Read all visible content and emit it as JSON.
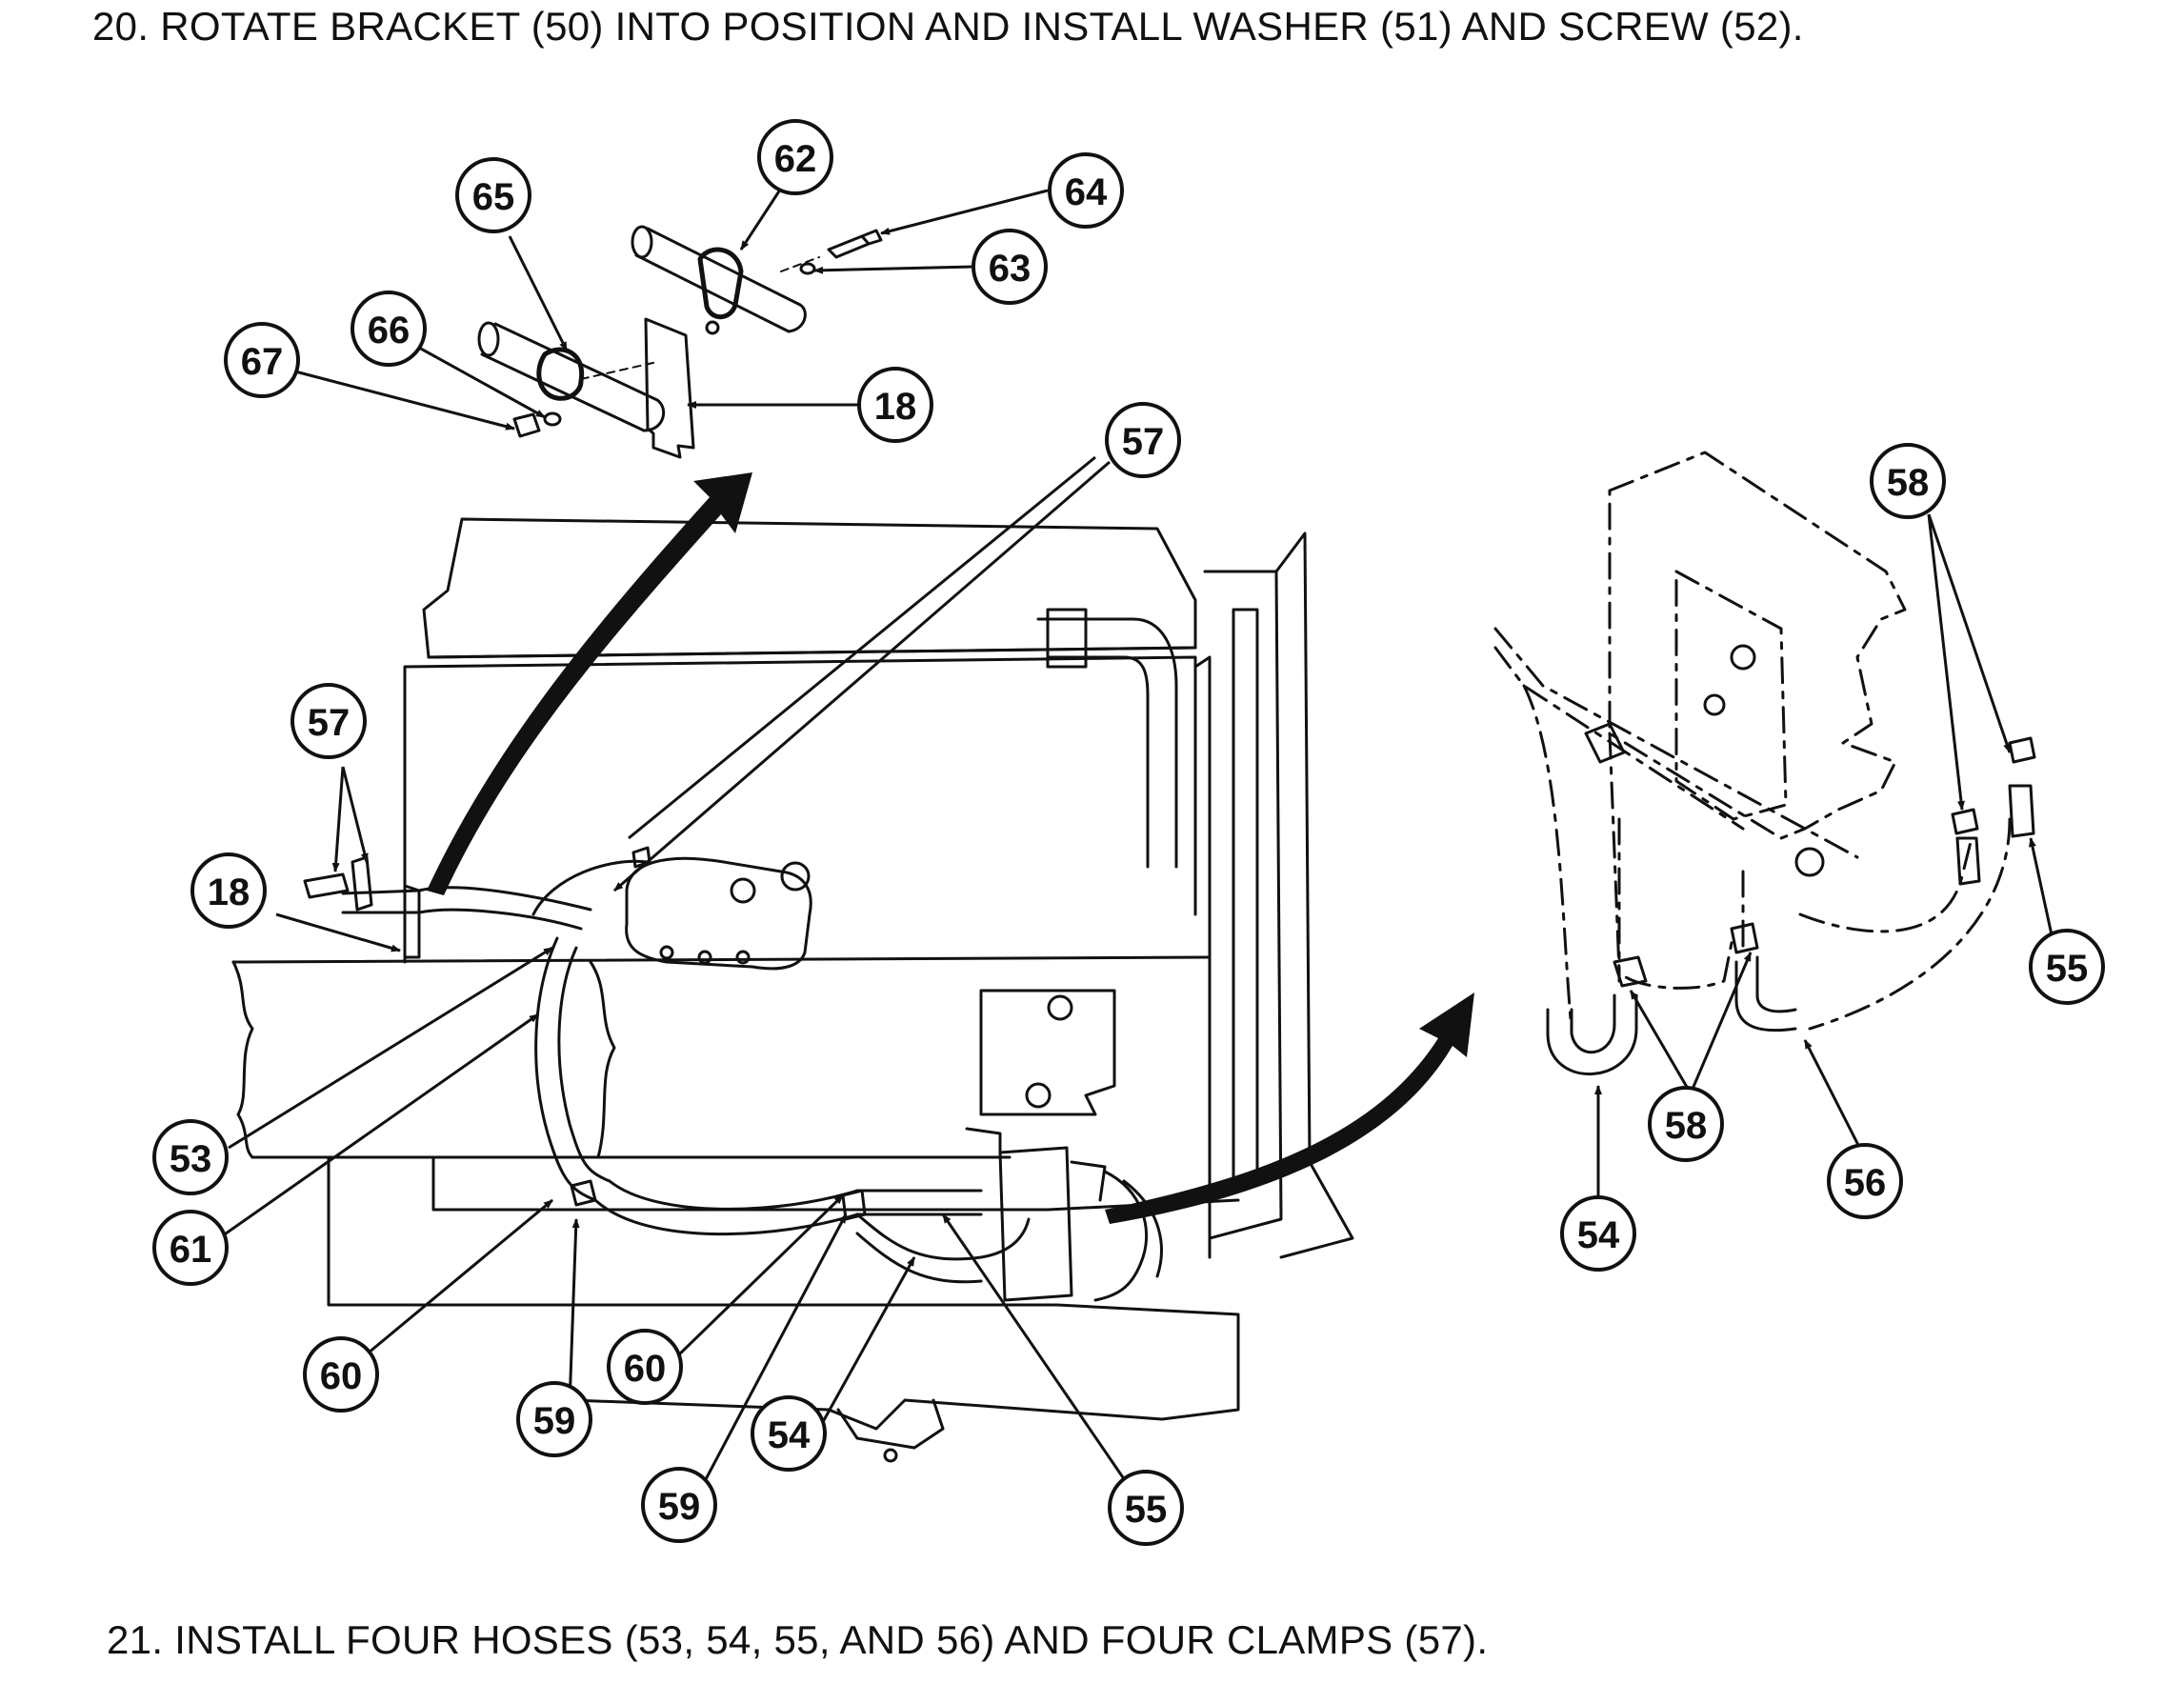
{
  "instructions": {
    "step20": "20. ROTATE BRACKET (50) INTO POSITION AND INSTALL WASHER (51) AND SCREW (52).",
    "step21": "21. INSTALL FOUR HOSES (53, 54, 55, AND 56) AND FOUR CLAMPS (57)."
  },
  "callouts": {
    "c62": "62",
    "c64": "64",
    "c63": "63",
    "c65": "65",
    "c66": "66",
    "c67": "67",
    "c18a": "18",
    "c57a": "57",
    "c57b": "57",
    "c18b": "18",
    "c53": "53",
    "c61": "61",
    "c60a": "60",
    "c59a": "59",
    "c60b": "60",
    "c54a": "54",
    "c59b": "59",
    "c55a": "55",
    "c58a": "58",
    "c55b": "55",
    "c58b": "58",
    "c56": "56",
    "c54b": "54"
  }
}
